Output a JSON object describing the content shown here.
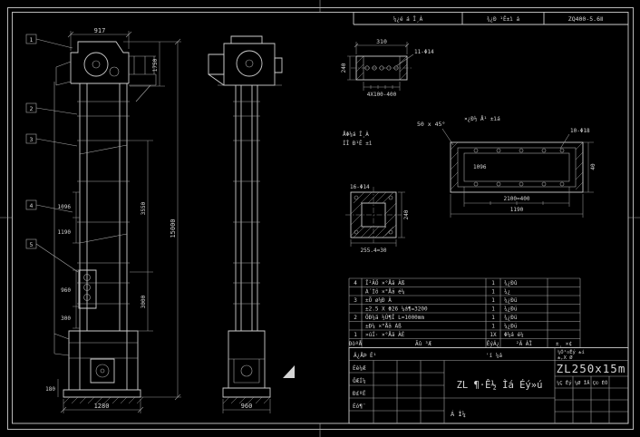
{
  "colors": {
    "background": "#000000",
    "line": "#cdcdcd",
    "dim_line": "#9a9a9a",
    "text": "#d6d6d6"
  },
  "header": {
    "cell1": "¼¿é á Î¸À",
    "cell2": "¾¿Ð ¹Ê±ì á",
    "cell3": "ZQ400-5.6Ⅱ"
  },
  "front_view": {
    "callout1": "1",
    "callout2": "2",
    "callout3": "3",
    "callout4": "4",
    "callout5": "5",
    "dim_top": "917",
    "dim_overall": "15000",
    "dim_seg1": "1750",
    "dim_seg2": "3550",
    "dim_seg3": "3000",
    "dim_l1": "1096",
    "dim_l2": "1190",
    "dim_l3": "960",
    "dim_l4": "300",
    "dim_hopper": "180",
    "dim_base": "1280"
  },
  "side_view": {
    "dim_base": "960"
  },
  "detail_a": {
    "dim_len": "310",
    "holes": "11-Φ14",
    "dim_pitch": "4X100-400",
    "dim_h": "240"
  },
  "detail_b": {
    "label1": "ÅΦ¼á Î¸À",
    "label2": "ÍÎ Ð¹Ê ±ì",
    "note": "¤¿Ð½ Å¹ ±ìá",
    "chamfer": "50 x 45°",
    "holes": "10-Φ18",
    "plate": "1096",
    "dim_pitch": "2100=400",
    "dim_len": "1190",
    "dim_h": "40"
  },
  "detail_c": {
    "holes": "16-Φ14",
    "dim_w": "255.4=30",
    "dim_h": "240"
  },
  "bom": {
    "header": {
      "no": "ÐòºÅ",
      "name": "Ãû  ³Æ",
      "qty": "ÊýÁ¿",
      "mat": "²Ä ÁÏ",
      "rem": "±¸ ×¢"
    },
    "rows": [
      {
        "no": "4",
        "desc": "Î²ÂÖ ×°Åä Àß",
        "qty": "1",
        "mat": "¾¿Ðû"
      },
      {
        "no": "",
        "desc": "Á´Ìõ ×°Åä é¼",
        "qty": "1",
        "mat": "¾¿"
      },
      {
        "no": "3",
        "desc": "±Õ ø¼Ð À",
        "qty": "1",
        "mat": "¼¿Ðü"
      },
      {
        "no": "",
        "desc": "±2.5 X Φ26 ¼á¶=3200",
        "qty": "1",
        "mat": "¾¿Ðü"
      },
      {
        "no": "2",
        "desc": "ÖÐ¼ä ½Ú¶Î L=1000mm",
        "qty": "1",
        "mat": "¾¿Ðü"
      },
      {
        "no": "",
        "desc": "±Ð¼ ×°Åä Àß",
        "qty": "1",
        "mat": "¼¿Ðü"
      },
      {
        "no": "1",
        "desc": "»úÍ· ×°Åä ÀÉ",
        "qty": "1X",
        "mat": "Φ¼á é¼"
      }
    ]
  },
  "title_block": {
    "top_note": "Ä¿ÅÞ Ê¹",
    "mid_note": "'í ¼á",
    "note1": "¼Ó¹¤Êý ±í",
    "note2": "±,X Ø",
    "model": "ZL250x15m",
    "title": "ZL ¶·Ê½ Ìá Éý»ú",
    "sig1": "Éè¼Æ",
    "sig2": "ÖÆÍ¼",
    "sig3": "Ð£ºË",
    "sig4": "Éó¶¨",
    "bottom_label": "Á  Í¼",
    "right_row": "¼Ç Êý ¼Ø ÎÄ Ç© ÈÕ"
  }
}
